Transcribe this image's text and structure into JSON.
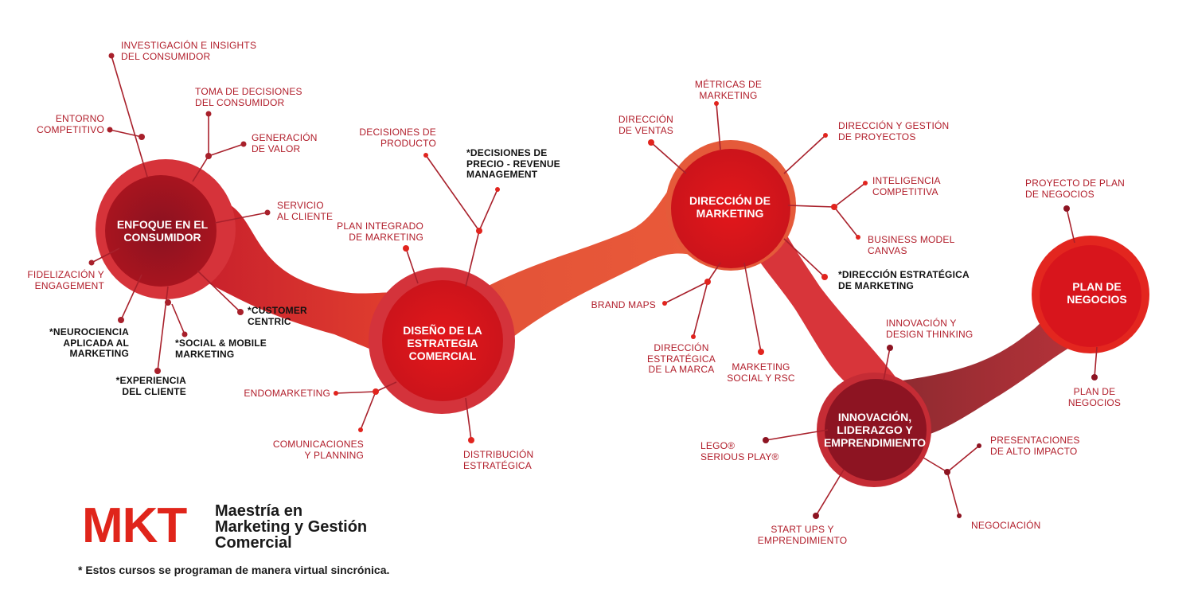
{
  "hubs": {
    "consumer": "ENFOQUE EN EL\nCONSUMIDOR",
    "strategy": "DISEÑO DE LA\nESTRATEGIA\nCOMERCIAL",
    "marketing": "DIRECCIÓN DE\nMARKETING",
    "innovation": "INNOVACIÓN,\nLIDERAZGO Y\nEMPRENDIMIENTO",
    "business": "PLAN DE\nNEGOCIOS"
  },
  "consumer_items": {
    "investigacion": "INVESTIGACIÓN E INSIGHTS\nDEL CONSUMIDOR",
    "toma_decisiones": "TOMA DE DECISIONES\nDEL CONSUMIDOR",
    "entorno": "ENTORNO\nCOMPETITIVO",
    "generacion": "GENERACIÓN\nDE VALOR",
    "servicio": "SERVICIO\nAL CLIENTE",
    "fidelizacion": "FIDELIZACIÓN Y\nENGAGEMENT",
    "customer_centric": "*CUSTOMER\nCENTRIC",
    "neurociencia": "*NEUROCIENCIA\nAPLICADA AL\nMARKETING",
    "social_mobile": "*SOCIAL & MOBILE\nMARKETING",
    "experiencia": "*EXPERIENCIA\nDEL CLIENTE"
  },
  "strategy_items": {
    "decisiones_producto": "DECISIONES DE\nPRODUCTO",
    "decisiones_precio": "*DECISIONES DE\nPRECIO - REVENUE\nMANAGEMENT",
    "plan_integrado": "PLAN INTEGRADO\nDE MARKETING",
    "endomarketing": "ENDOMARKETING",
    "comunicaciones": "COMUNICACIONES\nY PLANNING",
    "distribucion": "DISTRIBUCIÓN\nESTRATÉGICA"
  },
  "marketing_items": {
    "metricas": "MÉTRICAS DE\nMARKETING",
    "ventas": "DIRECCIÓN\nDE VENTAS",
    "proyectos": "DIRECCIÓN Y GESTIÓN\nDE PROYECTOS",
    "inteligencia": "INTELIGENCIA\nCOMPETITIVA",
    "canvas": "BUSINESS MODEL\nCANVAS",
    "estrategica": "*DIRECCIÓN ESTRATÉGICA\nDE MARKETING",
    "brand_maps": "BRAND MAPS",
    "marca": "DIRECCIÓN\nESTRATÉGICA\nDE LA MARCA",
    "social_rsc": "MARKETING\nSOCIAL Y RSC"
  },
  "innovation_items": {
    "design_thinking": "INNOVACIÓN Y\nDESIGN THINKING",
    "lego": "LEGO®\nSERIOUS PLAY®",
    "presentaciones": "PRESENTACIONES\nDE ALTO IMPACTO",
    "startups": "START UPS Y\nEMPRENDIMIENTO",
    "negociacion": "NEGOCIACIÓN"
  },
  "business_items": {
    "proyecto": "PROYECTO DE PLAN\nDE NEGOCIOS",
    "plan": "PLAN DE\nNEGOCIOS"
  },
  "logo": {
    "acronym": "MKT",
    "name": "Maestría en\nMarketing y Gestión\nComercial"
  },
  "footnote": "* Estos cursos se programan de manera virtual sincrónica.",
  "colors": {
    "accent_red": "#e0251b",
    "dark_red": "#8b1420",
    "text_red": "#b11d2a",
    "text_dark": "#111111"
  }
}
